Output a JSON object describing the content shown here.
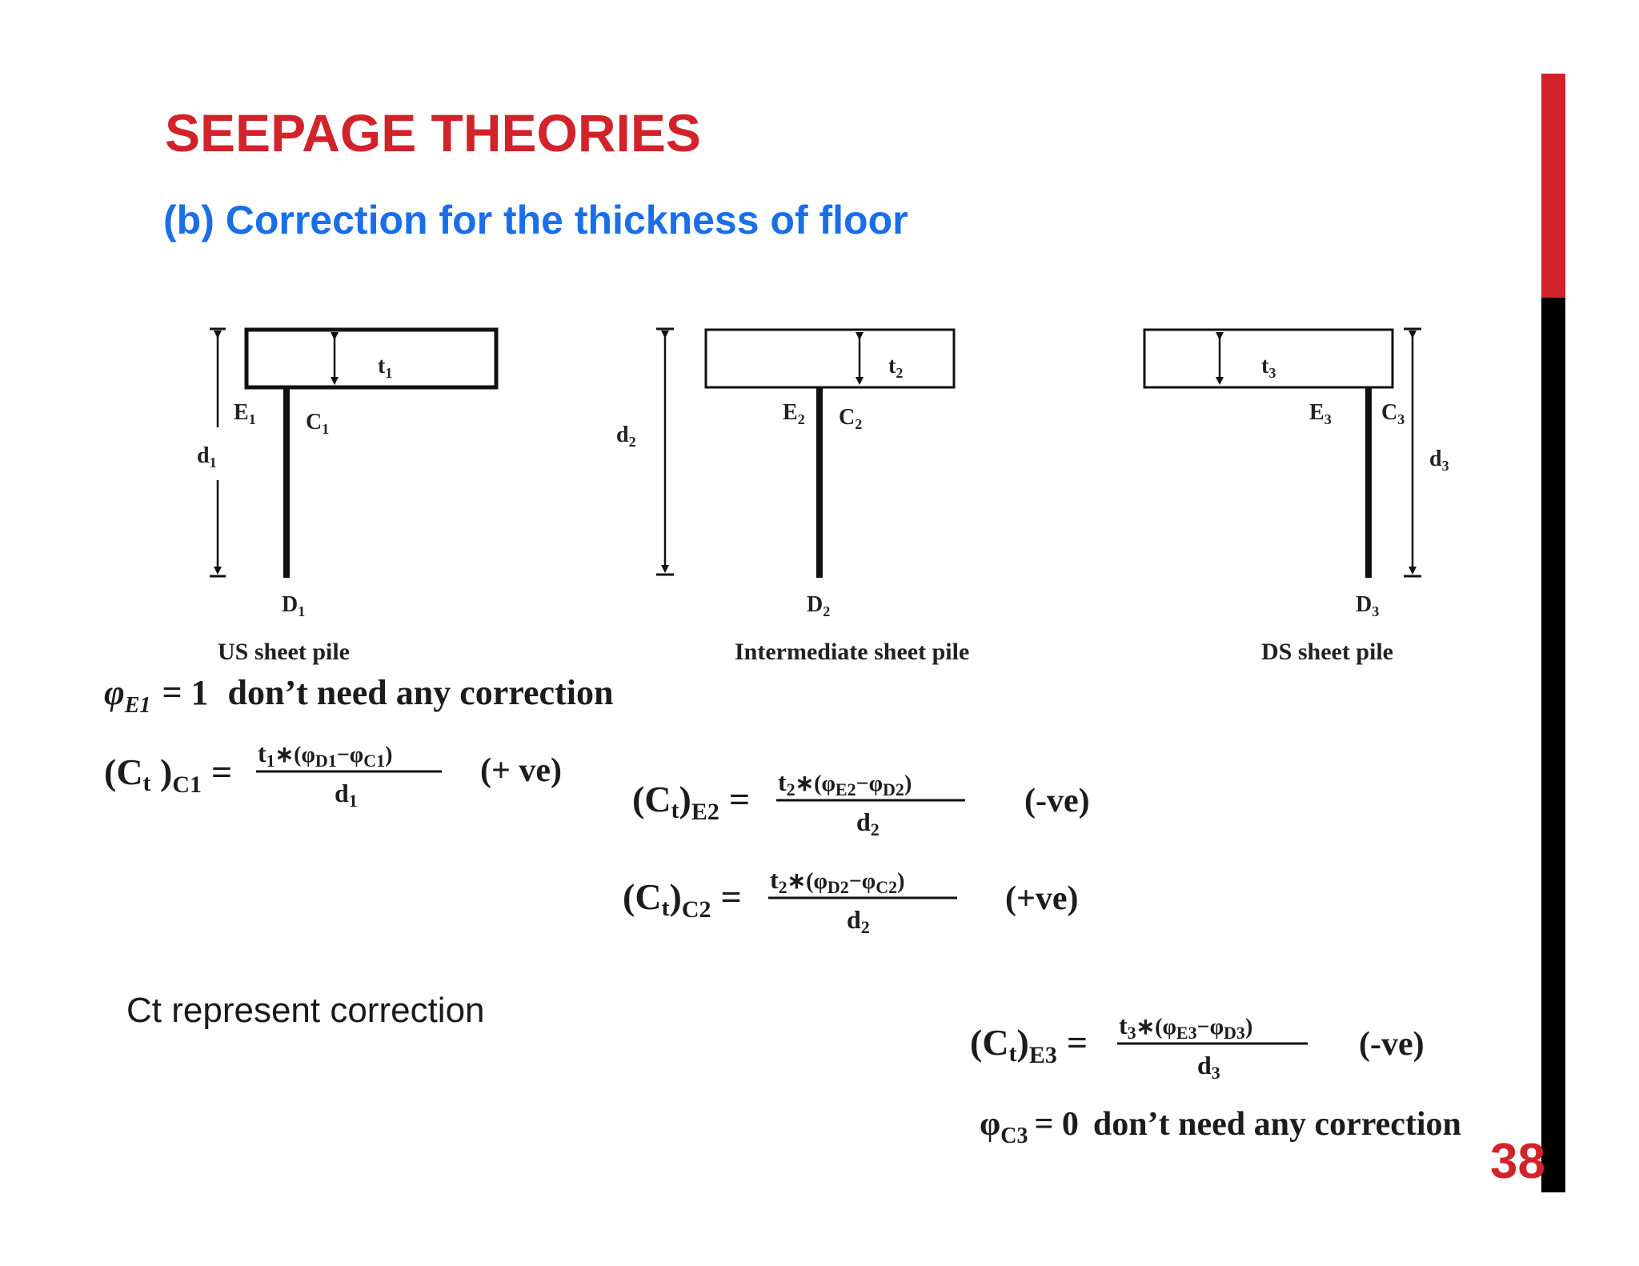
{
  "slide": {
    "title": "SEEPAGE THEORIES",
    "subtitle": "(b) Correction for the thickness of floor",
    "page_number": "38",
    "accent_red": "#d2232a",
    "accent_blue": "#1a6fe8"
  },
  "figure": {
    "piles": [
      {
        "t": "t",
        "t_sub": "1",
        "d": "d",
        "d_sub": "1",
        "E": "E",
        "E_sub": "1",
        "C": "C",
        "C_sub": "1",
        "D": "D",
        "D_sub": "1",
        "caption": "US sheet pile"
      },
      {
        "t": "t",
        "t_sub": "2",
        "d": "d",
        "d_sub": "2",
        "E": "E",
        "E_sub": "2",
        "C": "C",
        "C_sub": "2",
        "D": "D",
        "D_sub": "2",
        "caption": "Intermediate sheet pile"
      },
      {
        "t": "t",
        "t_sub": "3",
        "d": "d",
        "d_sub": "3",
        "E": "E",
        "E_sub": "3",
        "C": "C",
        "C_sub": "3",
        "D": "D",
        "D_sub": "3",
        "caption": "DS sheet pile"
      }
    ]
  },
  "equations": {
    "phiE1": {
      "lhs": "φ",
      "sub": "E1",
      "rhs": "= 1",
      "text": "don’t need any correction"
    },
    "ctC1": {
      "lhs": "(C",
      "lhs_sub_t": "t",
      "lhs_close": " )",
      "sub": "C1",
      "eq": "=",
      "num_t": "t",
      "num_t_sub": "1",
      "num_rest": "∗(φ",
      "phi1_sub": "D1",
      "minus": "−φ",
      "phi2_sub": "C1",
      "close": ")",
      "den": "d",
      "den_sub": "1",
      "sign": "(+ ve)"
    },
    "ctE2": {
      "lhs": "(C",
      "lhs_sub_t": "t",
      "lhs_close": ")",
      "sub": "E2",
      "eq": "=",
      "num_t": "t",
      "num_t_sub": "2",
      "num_rest": "∗(φ",
      "phi1_sub": "E2",
      "minus": "−φ",
      "phi2_sub": "D2",
      "close": ")",
      "den": "d",
      "den_sub": "2",
      "sign": "(-ve)"
    },
    "ctC2": {
      "lhs": "(C",
      "lhs_sub_t": "t",
      "lhs_close": ")",
      "sub": "C2",
      "eq": "=",
      "num_t": "t",
      "num_t_sub": "2",
      "num_rest": "∗(φ",
      "phi1_sub": "D2",
      "minus": "−φ",
      "phi2_sub": "C2",
      "close": ")",
      "den": "d",
      "den_sub": "2",
      "sign": "(+ve)"
    },
    "ctE3": {
      "lhs": "(C",
      "lhs_sub_t": "t",
      "lhs_close": ")",
      "sub": "E3",
      "eq": "=",
      "num_t": "t",
      "num_t_sub": "3",
      "num_rest": "∗(φ",
      "phi1_sub": "E3",
      "minus": "−φ",
      "phi2_sub": "D3",
      "close": ")",
      "den": "d",
      "den_sub": "3",
      "sign": "(-ve)"
    },
    "phiC3": {
      "lhs": "φ",
      "sub": "C3",
      "rhs": "= 0",
      "text": "don’t need any correction"
    }
  },
  "note": "Ct represent correction"
}
